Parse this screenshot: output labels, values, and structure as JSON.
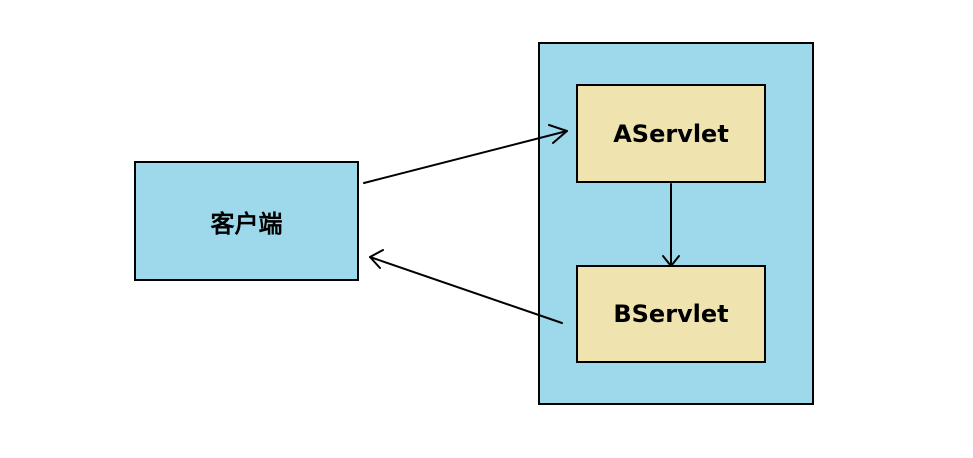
{
  "diagram": {
    "client": {
      "label": "客户端"
    },
    "server": {
      "aservlet": {
        "label": "AServlet"
      },
      "bservlet": {
        "label": "BServlet"
      }
    }
  },
  "colors": {
    "client_fill": "#9dd9ea",
    "container_fill": "#9dd9ea",
    "servlet_fill": "#efe4b0",
    "stroke": "#000000"
  }
}
